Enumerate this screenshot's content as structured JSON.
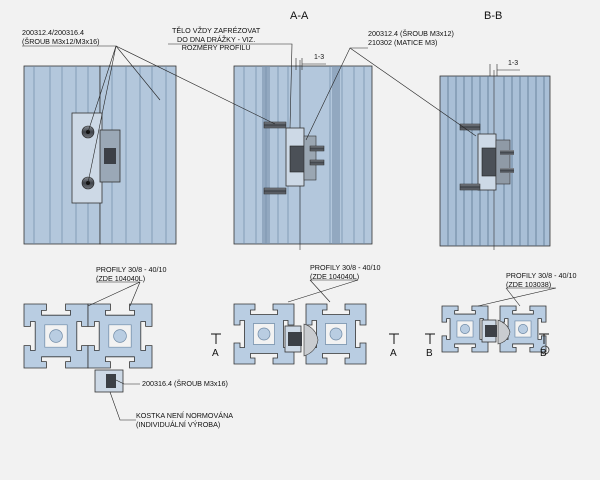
{
  "section_titles": {
    "aa": "A-A",
    "bb": "B-B"
  },
  "callouts": {
    "screw_topleft": [
      "200312.4/200316.4",
      "(ŠROUB M3x12/M3x16)"
    ],
    "mill_note": [
      "TĚLO VŽDY ZAFRÉZOVAT",
      "DO DNA DRÁŽKY - VIZ.",
      "ROZMĚRY PROFILU"
    ],
    "screw_nut": [
      "200312.4 (ŠROUB M3x12)",
      "210302 (MATICE M3)"
    ],
    "profile_left": [
      "PROFILY 30/8 - 40/10",
      "(ZDE 104040L)"
    ],
    "profile_mid": [
      "PROFILY 30/8 - 40/10",
      "(ZDE 104040L)"
    ],
    "profile_right": [
      "PROFILY 30/8 - 40/10",
      "(ZDE 103038)"
    ],
    "screw_bottom": "200316.4 (ŠROUB M3x16)",
    "block_note": [
      "KOSTKA NENÍ NORMOVÁNA",
      "(INDIVIDUÁLNÍ VÝROBA)"
    ]
  },
  "dimensions": {
    "gap_aa": "1-3",
    "gap_bb": "1-3"
  },
  "section_marks": {
    "a_left": "A",
    "a_right": "A",
    "b_left": "B",
    "b_right": "B"
  },
  "colors": {
    "profile_fill": "#b9cde2",
    "profile_dark": "#6f8aa6",
    "steel": "#5a5f66",
    "paper": "#f2f2f2"
  }
}
